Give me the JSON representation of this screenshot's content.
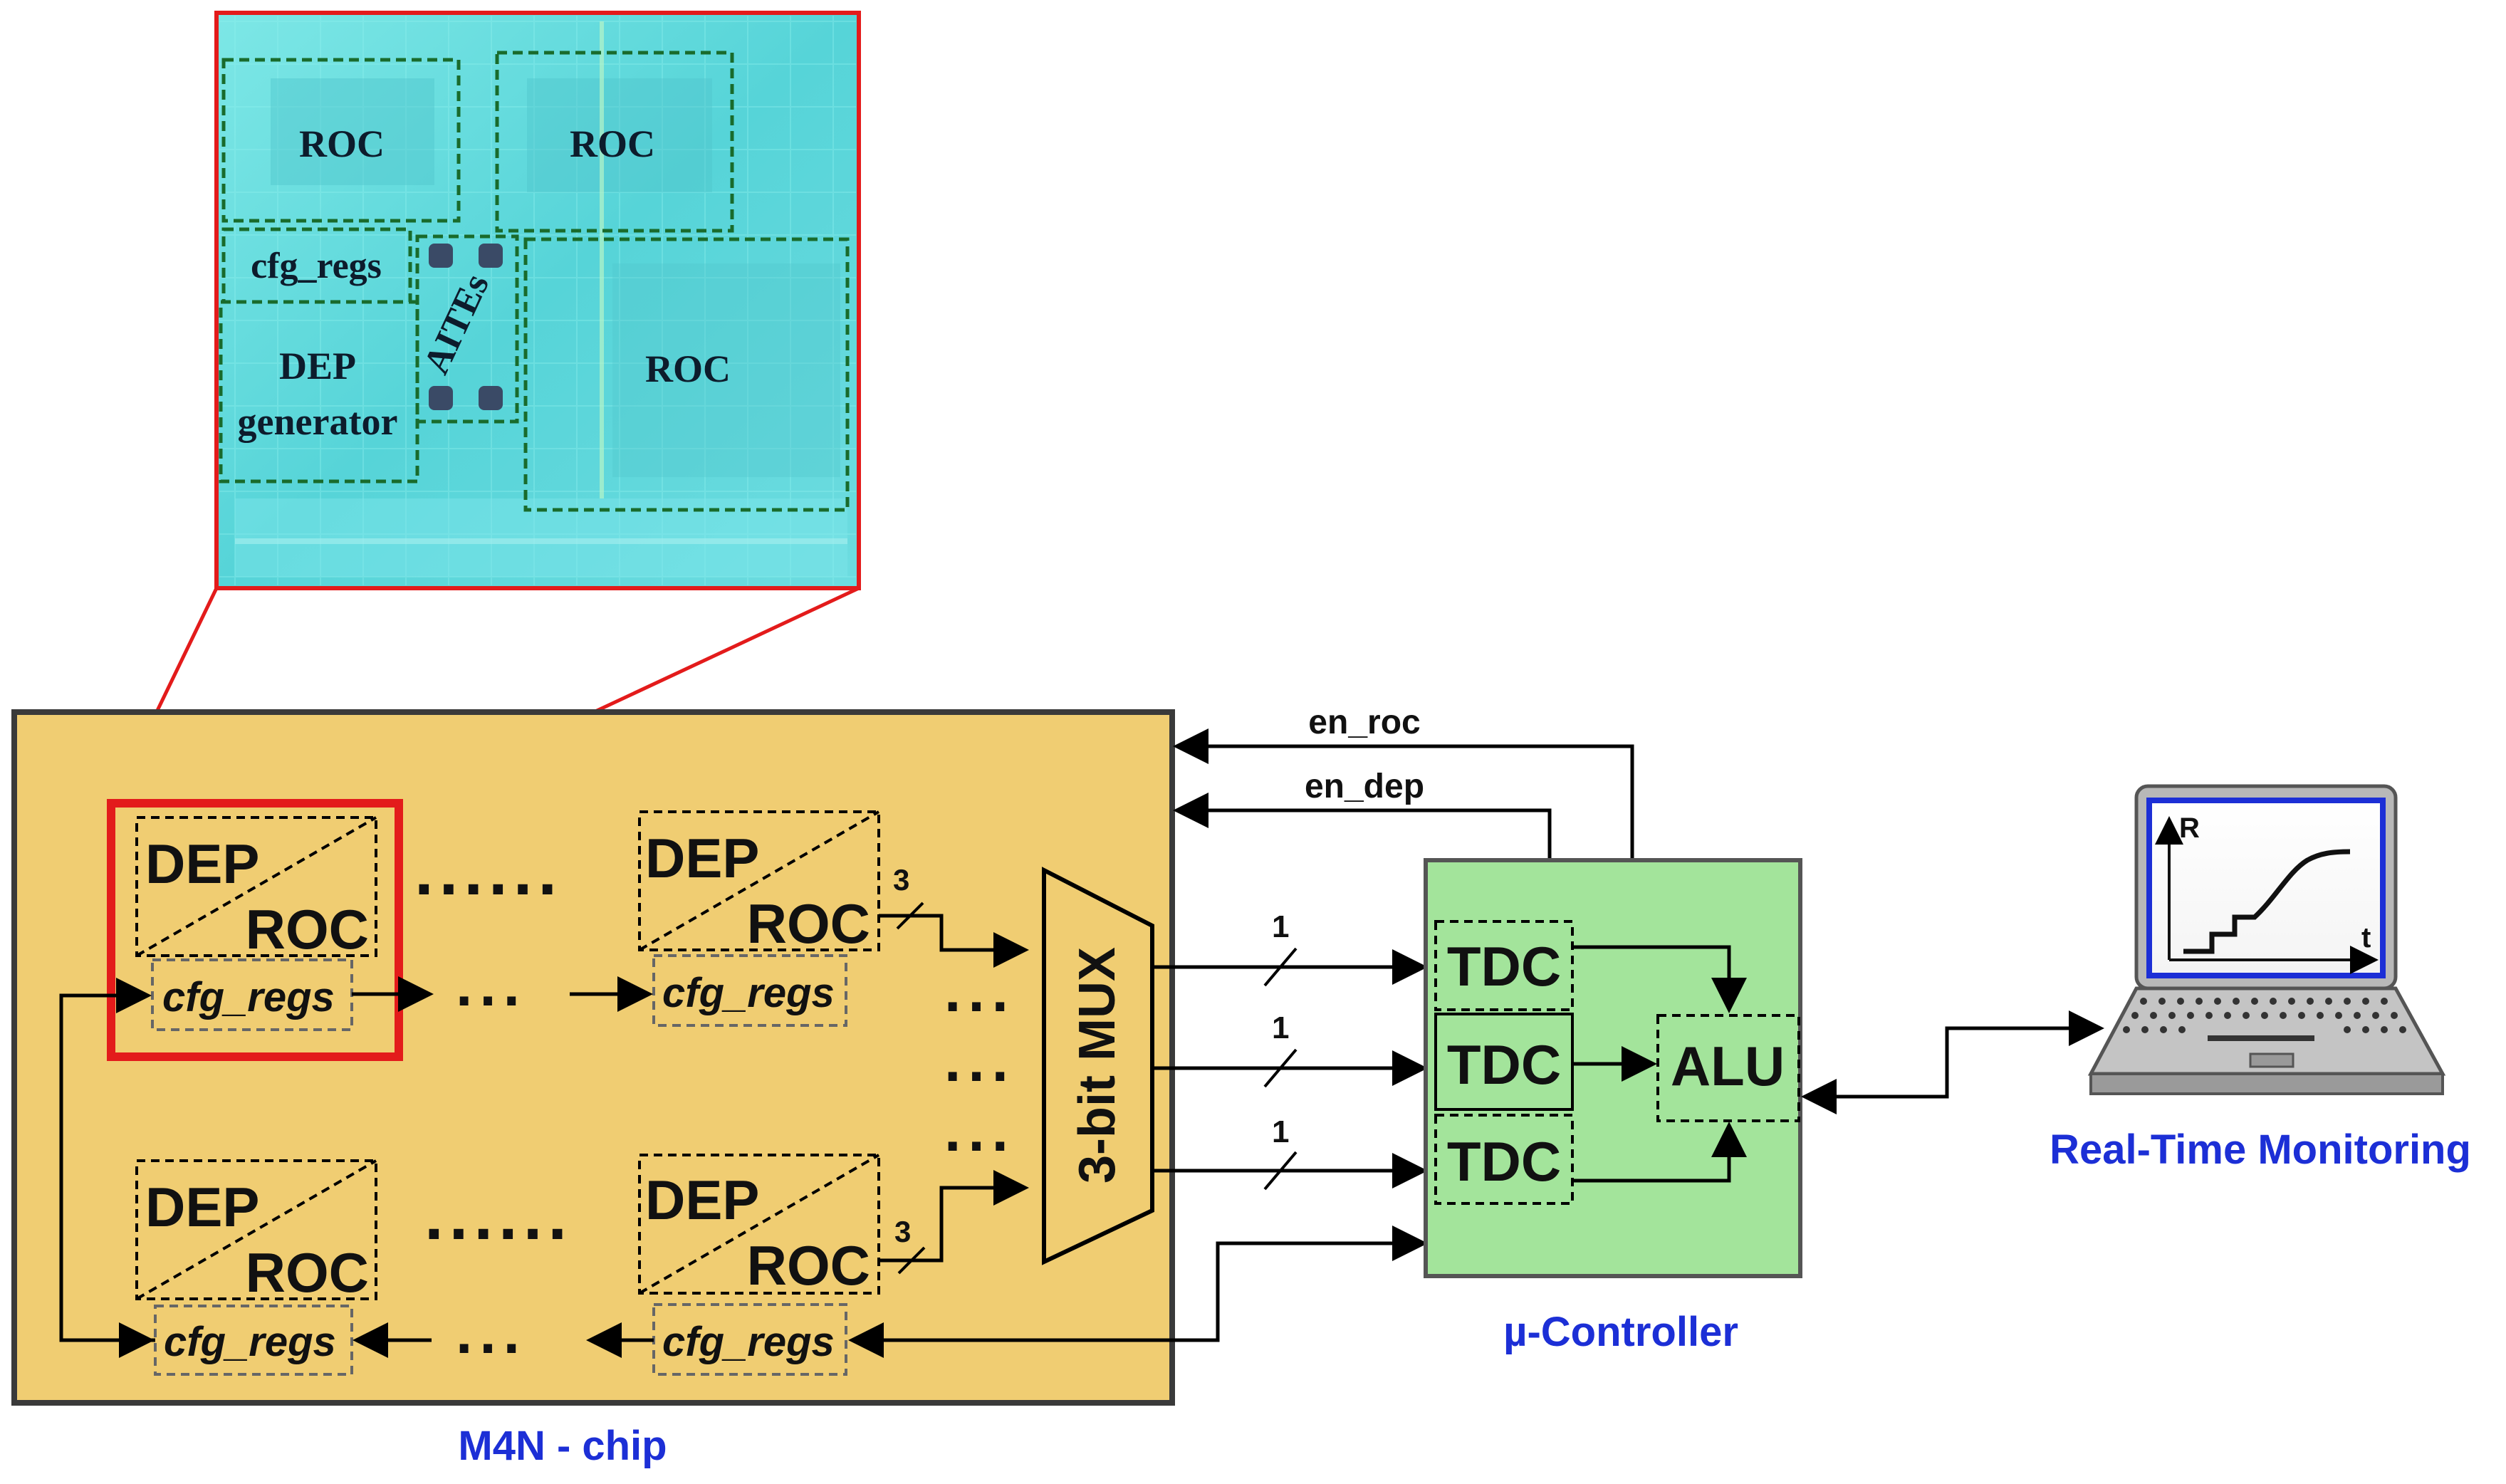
{
  "die_photo": {
    "blocks": {
      "roc_top_left": "ROC",
      "roc_top_right": "ROC",
      "cfg_regs": "cfg_regs",
      "aites": "AITEs",
      "dep_line1": "DEP",
      "dep_line2": "generator",
      "roc_large": "ROC"
    }
  },
  "chip": {
    "label": "M4N - chip",
    "cells": [
      {
        "dep": "DEP",
        "roc": "ROC",
        "cfg": "cfg_regs"
      },
      {
        "dep": "DEP",
        "roc": "ROC",
        "cfg": "cfg_regs"
      },
      {
        "dep": "DEP",
        "roc": "ROC",
        "cfg": "cfg_regs"
      },
      {
        "dep": "DEP",
        "roc": "ROC",
        "cfg": "cfg_regs"
      }
    ],
    "dots_h": "......",
    "dots_arrow": "...",
    "dots_mux": "...",
    "bus_width_3": "3",
    "mux_label": "3-bit MUX"
  },
  "signals": {
    "en_roc": "en_roc",
    "en_dep": "en_dep",
    "bus_width_1": "1"
  },
  "controller": {
    "label": "µ-Controller",
    "tdc": [
      "TDC",
      "TDC",
      "TDC"
    ],
    "alu": "ALU"
  },
  "monitor": {
    "label": "Real-Time Monitoring",
    "y_axis": "R",
    "x_axis": "t"
  },
  "colors": {
    "chip_fill": "#f0cd72",
    "controller_fill": "#a3e49b",
    "highlight_red": "#e31b1b",
    "label_blue": "#1c2fd6",
    "die_cyan": "#5fd9dc",
    "die_block_text": "#0d1c2c"
  }
}
